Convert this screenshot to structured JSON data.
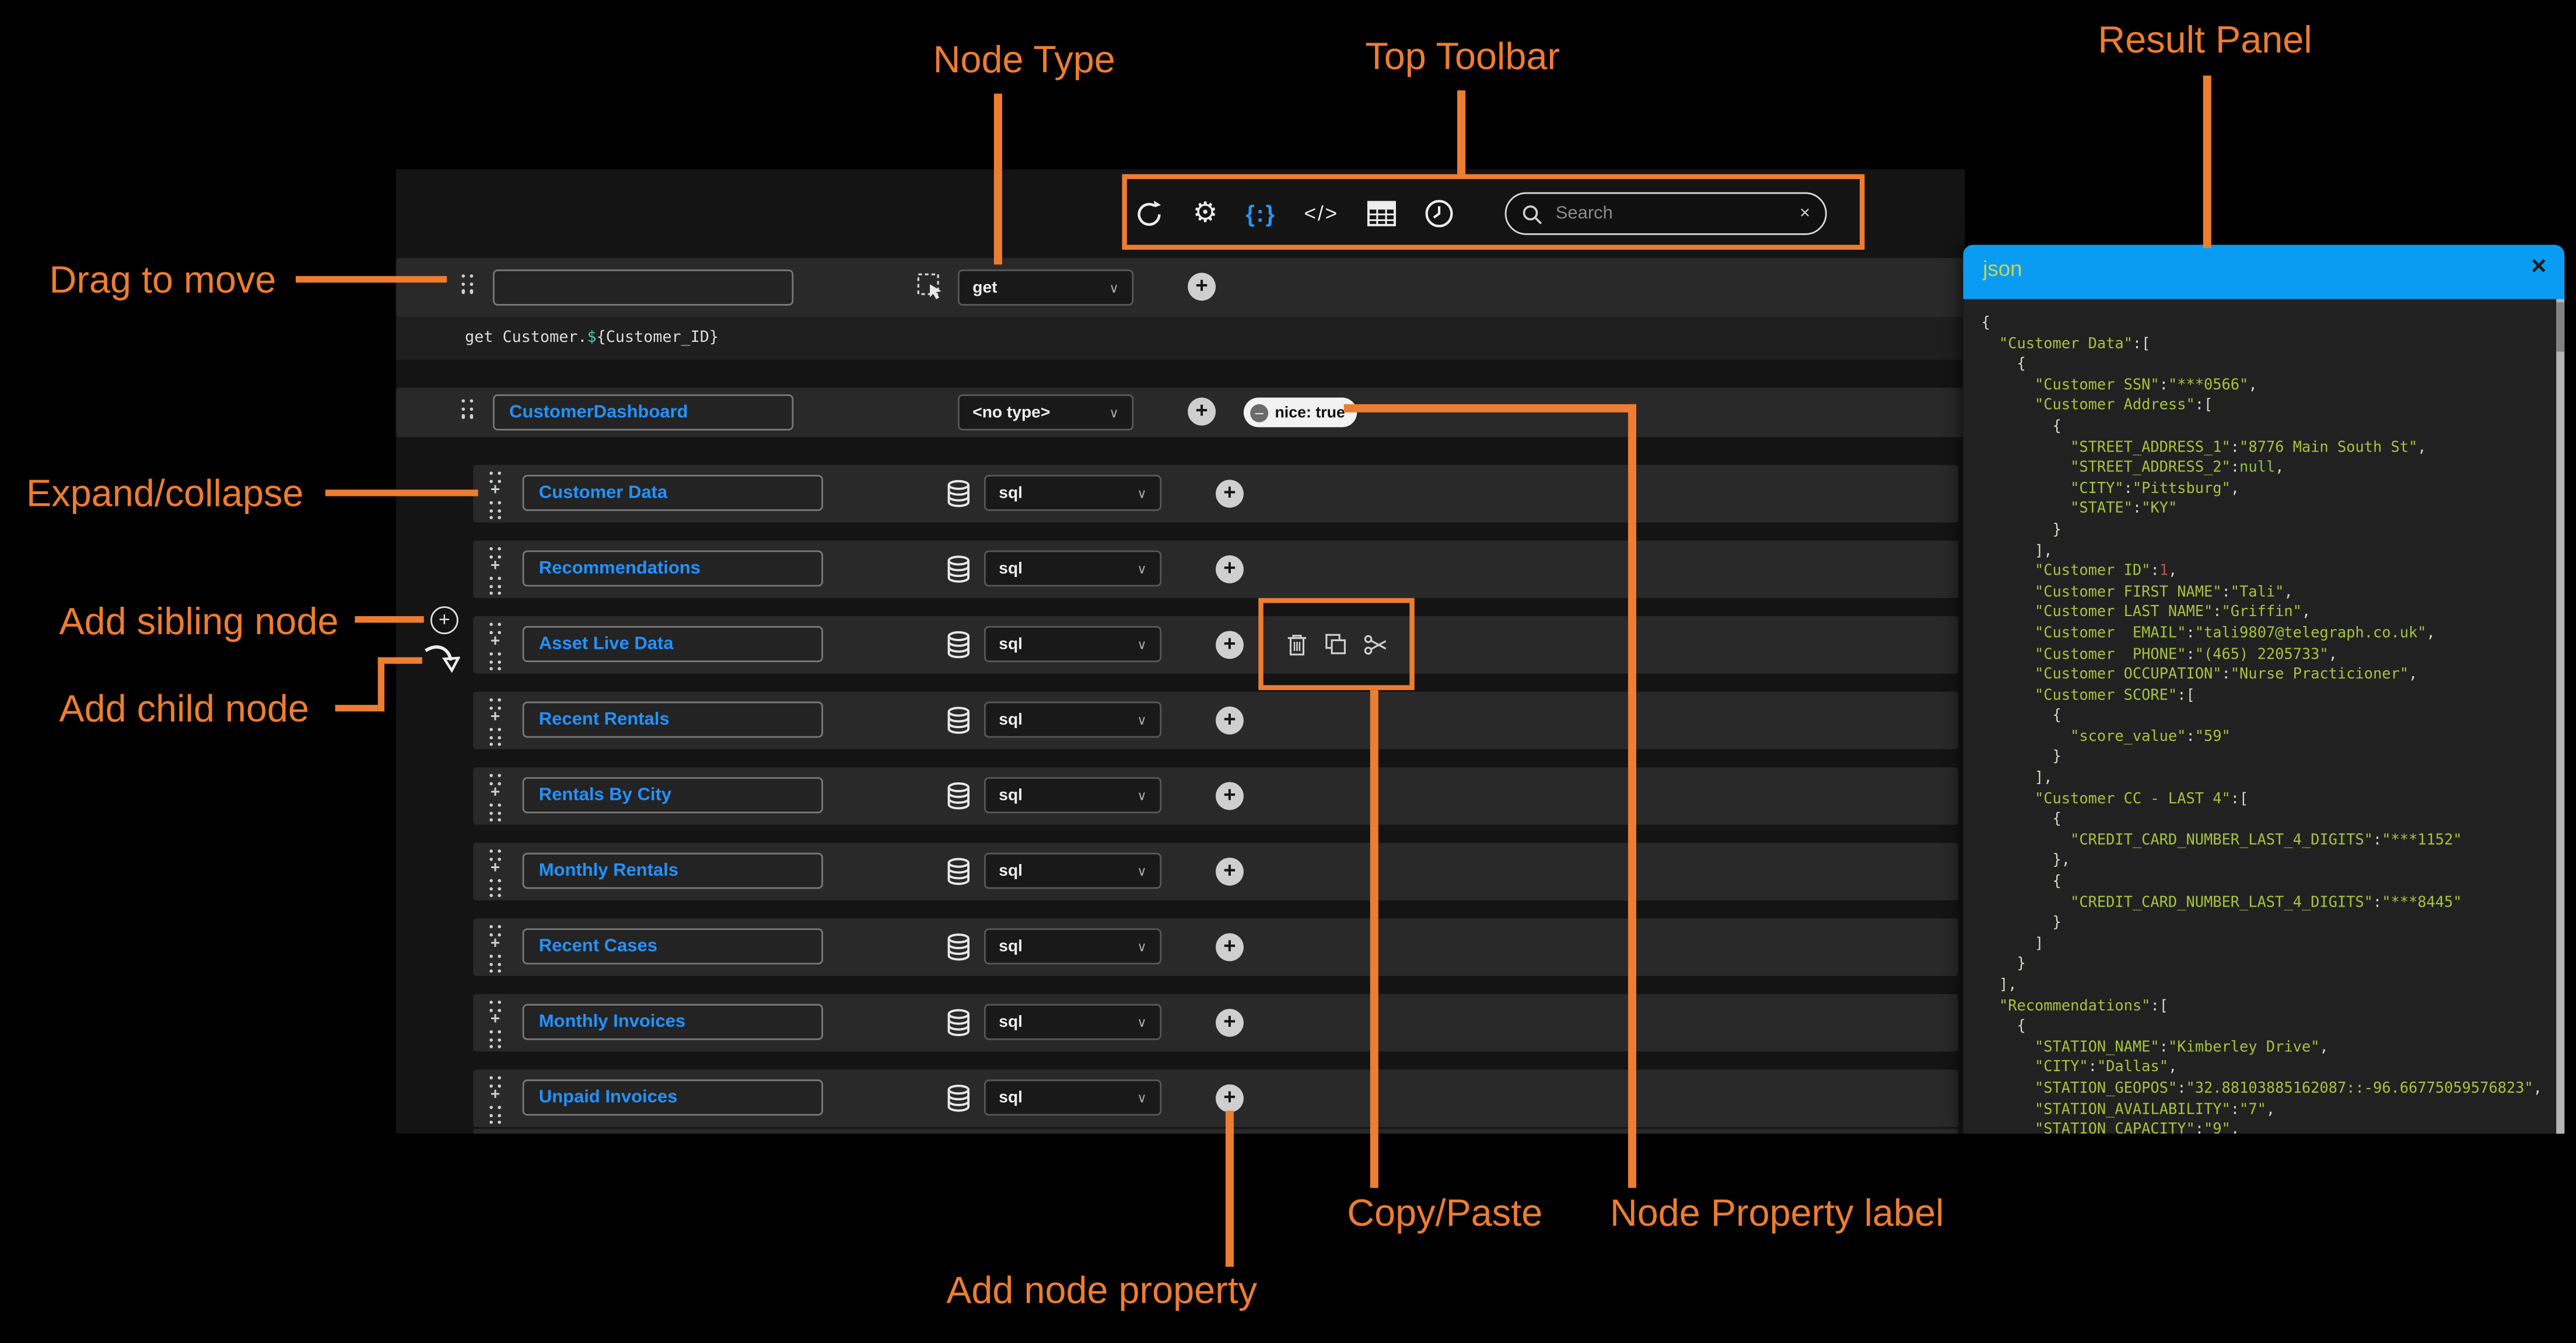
{
  "annotations": {
    "color": "#ED7D31",
    "labels": {
      "node_type": "Node Type",
      "top_toolbar": "Top Toolbar",
      "result_panel": "Result Panel",
      "drag_to_move": "Drag to move",
      "expand_collapse": "Expand/collapse",
      "add_sibling_node": "Add sibling node",
      "add_child_node": "Add child node",
      "add_node_property": "Add node property",
      "copy_paste": "Copy/Paste",
      "node_property_label": "Node Property label"
    }
  },
  "icons": {
    "chevron_down": "∨",
    "plus": "+",
    "minus": "–",
    "close": "×",
    "gear": "⚙",
    "json_view": "{:}",
    "code_view": "</>"
  },
  "toolbar": {
    "icon_names": [
      "undo-icon",
      "settings-icon",
      "json-view-icon",
      "code-view-icon",
      "table-view-icon",
      "history-icon"
    ],
    "search": {
      "placeholder": "Search"
    }
  },
  "editor": {
    "root_node": {
      "name": "",
      "type": "get",
      "command": "get Customer.${Customer_ID}"
    },
    "dashboard_node": {
      "name": "CustomerDashboard",
      "type": "<no type>",
      "property_badge": "nice: true"
    },
    "child_nodes": [
      {
        "name": "Customer Data",
        "type": "sql"
      },
      {
        "name": "Recommendations",
        "type": "sql"
      },
      {
        "name": "Asset Live Data",
        "type": "sql"
      },
      {
        "name": "Recent Rentals",
        "type": "sql"
      },
      {
        "name": "Rentals By City",
        "type": "sql"
      },
      {
        "name": "Monthly Rentals",
        "type": "sql"
      },
      {
        "name": "Recent Cases",
        "type": "sql"
      },
      {
        "name": "Monthly Invoices",
        "type": "sql"
      },
      {
        "name": "Unpaid Invoices",
        "type": "sql"
      }
    ]
  },
  "result_panel": {
    "title": "json",
    "lines": [
      "{",
      "  \"Customer Data\":[",
      "    {",
      "      \"Customer SSN\":\"***0566\",",
      "      \"Customer Address\":[",
      "        {",
      "          \"STREET_ADDRESS_1\":\"8776 Main South St\",",
      "          \"STREET_ADDRESS_2\":null,",
      "          \"CITY\":\"Pittsburg\",",
      "          \"STATE\":\"KY\"",
      "        }",
      "      ],",
      "      \"Customer ID\":1,",
      "      \"Customer FIRST NAME\":\"Tali\",",
      "      \"Customer LAST NAME\":\"Griffin\",",
      "      \"Customer  EMAIL\":\"tali9807@telegraph.co.uk\",",
      "      \"Customer  PHONE\":\"(465) 2205733\",",
      "      \"Customer OCCUPATION\":\"Nurse Practicioner\",",
      "      \"Customer SCORE\":[",
      "        {",
      "          \"score_value\":\"59\"",
      "        }",
      "      ],",
      "      \"Customer CC - LAST 4\":[",
      "        {",
      "          \"CREDIT_CARD_NUMBER_LAST_4_DIGITS\":\"***1152\"",
      "        },",
      "        {",
      "          \"CREDIT_CARD_NUMBER_LAST_4_DIGITS\":\"***8445\"",
      "        }",
      "      ]",
      "    }",
      "  ],",
      "  \"Recommendations\":[",
      "    {",
      "      \"STATION_NAME\":\"Kimberley Drive\",",
      "      \"CITY\":\"Dallas\",",
      "      \"STATION_GEOPOS\":\"32.88103885162087::-96.66775059576823\",",
      "      \"STATION_AVAILABILITY\":\"7\",",
      "      \"STATION_CAPACITY\":\"9\","
    ],
    "colors": {
      "header": "#0a9cf2",
      "string": "#a9c23f",
      "number": "#c4504a",
      "punctuation": "#d6d6c8"
    }
  },
  "colors": {
    "annotation_orange": "#ED7D31",
    "node_label_blue": "#2492ff",
    "card": "#292929",
    "panel": "#141414"
  }
}
